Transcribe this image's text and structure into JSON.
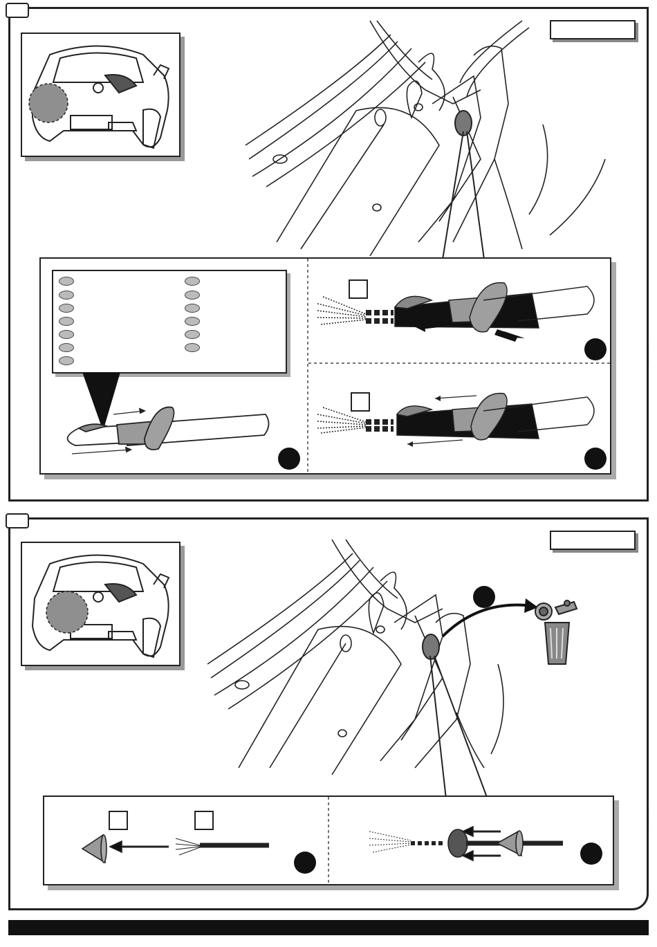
{
  "page": {
    "sections": [
      {
        "id": "step-1",
        "legend_left_count": 7,
        "legend_right_count": 6
      },
      {
        "id": "step-2"
      }
    ]
  },
  "colors": {
    "line": "#222222",
    "shade": "#9a9a9a",
    "watermark": "#ededed",
    "footer": "#111111"
  },
  "icons": [
    "car-rear-icon",
    "cable-icon",
    "grommet-icon",
    "trash-bin-icon",
    "arrow-icon"
  ]
}
